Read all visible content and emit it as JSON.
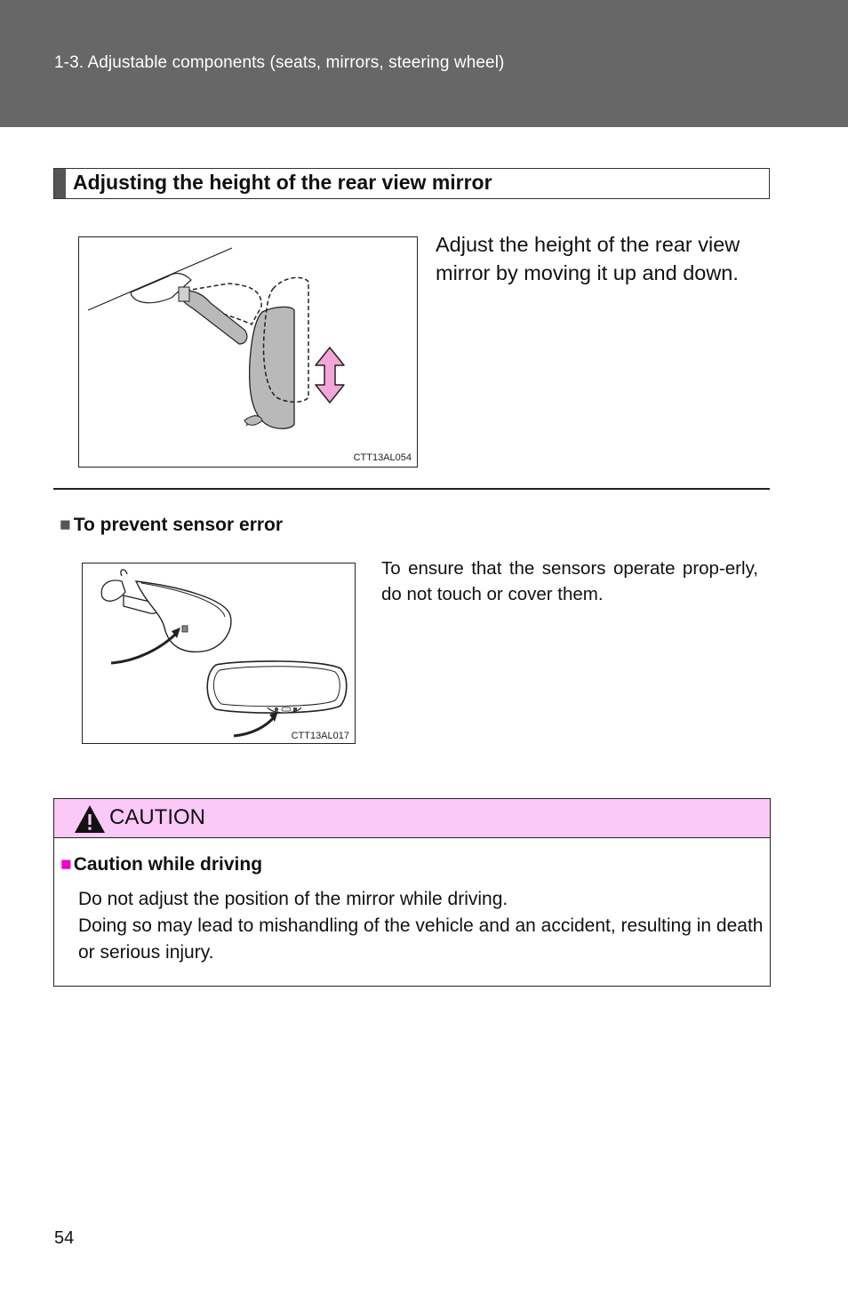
{
  "header": {
    "breadcrumb": "1-3. Adjustable components (seats, mirrors, steering wheel)"
  },
  "section": {
    "title": "Adjusting the height of the rear view mirror",
    "body": "Adjust the height of the rear view mirror by moving it up and down.",
    "figure_code": "CTT13AL054"
  },
  "sensor": {
    "heading_marker": "■",
    "heading": "To prevent sensor error",
    "body": "To ensure that the sensors operate prop-erly, do not touch or cover them.",
    "figure_code": "CTT13AL017"
  },
  "caution": {
    "label": "CAUTION",
    "sub_marker": "■",
    "sub_heading": "Caution while driving",
    "line1": "Do not adjust the position of the mirror while driving.",
    "line2": "Doing so may lead to mishandling of the vehicle and an accident, resulting in death or serious injury."
  },
  "page_number": "54",
  "colors": {
    "header_band": "#676767",
    "caution_band": "#fbc9f8",
    "caution_marker": "#ee00cc",
    "arrow_pink": "#f4a6d8"
  }
}
